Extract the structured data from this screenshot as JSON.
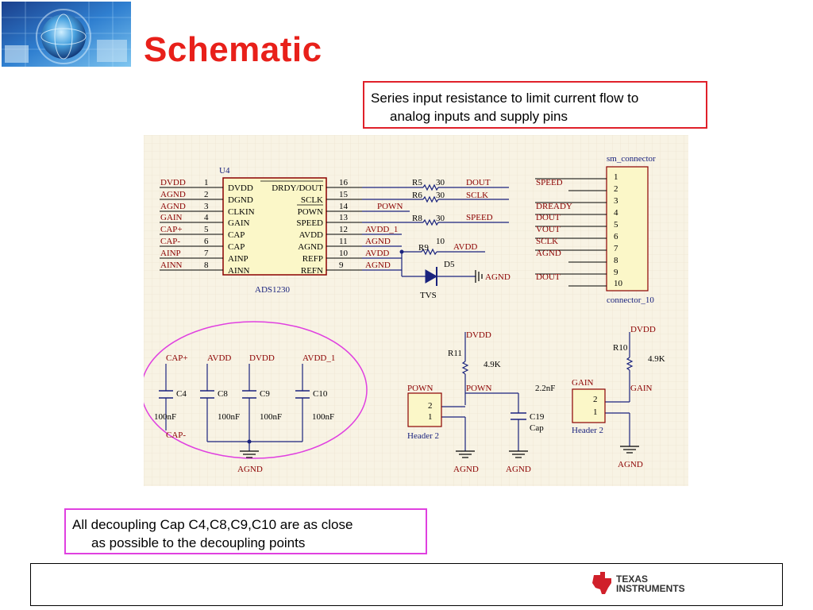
{
  "title": "Schematic",
  "callout_top": {
    "line1": "Series input resistance to limit current flow to",
    "line2": "analog inputs and supply pins"
  },
  "callout_bottom": {
    "line1": "All decoupling Cap C4,C8,C9,C10 are as close",
    "line2": "as possible to the decoupling points"
  },
  "logo_text": {
    "line1": "Texas",
    "line2": "Instruments"
  },
  "colors": {
    "title": "#e8201a",
    "callout_top_border": "#e0202a",
    "callout_bottom_border": "#e040e0",
    "ellipse": "#e040e0",
    "net_label": "#8b0000",
    "wire": "#1a237e",
    "component": "#8b0000",
    "grid_bg": "#f8f3e4"
  },
  "schematic": {
    "ic": {
      "ref": "U4",
      "part": "ADS1230",
      "left_nets": [
        "DVDD",
        "AGND",
        "AGND",
        "GAIN",
        "CAP+",
        "CAP-",
        "AINP",
        "AINN"
      ],
      "left_pin_numbers": [
        "1",
        "2",
        "3",
        "4",
        "5",
        "6",
        "7",
        "8"
      ],
      "left_pin_names": [
        "DVDD",
        "DGND",
        "CLKIN",
        "GAIN",
        "CAP",
        "CAP",
        "AINP",
        "AINN"
      ],
      "right_pin_names": [
        "DRDY/DOUT",
        "SCLK",
        "POWN",
        "SPEED",
        "AVDD",
        "AGND",
        "REFP",
        "REFN"
      ],
      "right_pin_numbers": [
        "16",
        "15",
        "14",
        "13",
        "12",
        "11",
        "10",
        "9"
      ],
      "right_nets": [
        "",
        "",
        "POWN",
        "",
        "AVDD_1",
        "AGND",
        "AVDD",
        "AGND"
      ]
    },
    "resistors": [
      {
        "ref": "R5",
        "value": "30",
        "net": "DOUT"
      },
      {
        "ref": "R6",
        "value": "30",
        "net": "SCLK"
      },
      {
        "ref": "R8",
        "value": "30",
        "net": "SPEED"
      },
      {
        "ref": "R9",
        "value": "10",
        "net": "AVDD"
      }
    ],
    "diode": {
      "ref": "D5",
      "type": "TVS",
      "net": "AGND"
    },
    "connector": {
      "title": "sm_connector",
      "footer": "connector_10",
      "pins": [
        "1",
        "2",
        "3",
        "4",
        "5",
        "6",
        "7",
        "8",
        "9",
        "10"
      ],
      "nets": [
        "SPEED",
        "",
        "DREADY",
        "DOUT",
        "VOUT",
        "SCLK",
        "AGND",
        "",
        "DOUT",
        ""
      ]
    },
    "decoupling": {
      "nets": [
        "CAP+",
        "AVDD",
        "DVDD",
        "AVDD_1"
      ],
      "refs": [
        "C4",
        "C8",
        "C9",
        "C10"
      ],
      "values": [
        "100nF",
        "100nF",
        "100nF",
        "100nF"
      ],
      "bottom_net": "CAP-",
      "ground": "AGND"
    },
    "pown_circuit": {
      "supply": "DVDD",
      "resistor_ref": "R11",
      "resistor_value": "4.9K",
      "header_net": "POWN",
      "node_net": "POWN",
      "cap_value": "2.2nF",
      "cap_ref": "C19",
      "cap_label": "Cap",
      "header_pins": [
        "2",
        "1"
      ],
      "header_name": "Header 2",
      "ground_left": "AGND",
      "ground_right": "AGND"
    },
    "gain_circuit": {
      "supply": "DVDD",
      "resistor_ref": "R10",
      "resistor_value": "4.9K",
      "header_net": "GAIN",
      "node_net": "GAIN",
      "header_pins": [
        "2",
        "1"
      ],
      "header_name": "Header 2",
      "ground": "AGND"
    }
  }
}
